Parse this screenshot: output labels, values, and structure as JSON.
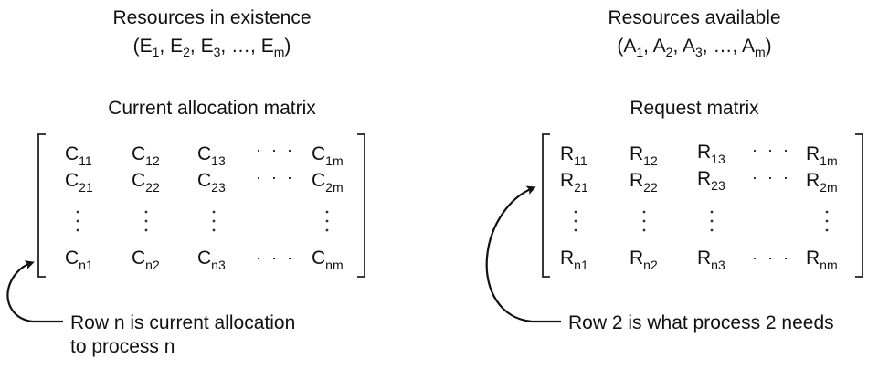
{
  "left_panel": {
    "resources_title": "Resources in existence",
    "vector": {
      "open": "(",
      "close": ")",
      "base": "E",
      "items": [
        {
          "sub": "1",
          "sep": ", "
        },
        {
          "sub": "2",
          "sep": ", "
        },
        {
          "sub": "3",
          "sep": ", …, "
        },
        {
          "sub": "m",
          "sep": ""
        }
      ]
    },
    "matrix_title": "Current allocation matrix",
    "matrix_letter": "C",
    "row1": [
      "11",
      "12",
      "13",
      "1m"
    ],
    "row2": [
      "21",
      "22",
      "23",
      "2m"
    ],
    "rown": [
      "n1",
      "n2",
      "n3",
      "nm"
    ],
    "note_line1": "Row n is current allocation",
    "note_line2": "to process n"
  },
  "right_panel": {
    "resources_title": "Resources available",
    "vector": {
      "open": "(",
      "close": ")",
      "base": "A",
      "items": [
        {
          "sub": "1",
          "sep": ", "
        },
        {
          "sub": "2",
          "sep": ", "
        },
        {
          "sub": "3",
          "sep": ", …, "
        },
        {
          "sub": "m",
          "sep": ""
        }
      ]
    },
    "matrix_title": "Request matrix",
    "matrix_letter": "R",
    "row1": [
      "11",
      "12",
      "13",
      "1m"
    ],
    "row2": [
      "21",
      "22",
      "23",
      "2m"
    ],
    "rown": [
      "n1",
      "n2",
      "n3",
      "nm"
    ],
    "note_line1": "Row 2 is what process 2 needs"
  },
  "glyphs": {
    "hdots": "· · ·",
    "vdots": "·\n·\n·"
  }
}
